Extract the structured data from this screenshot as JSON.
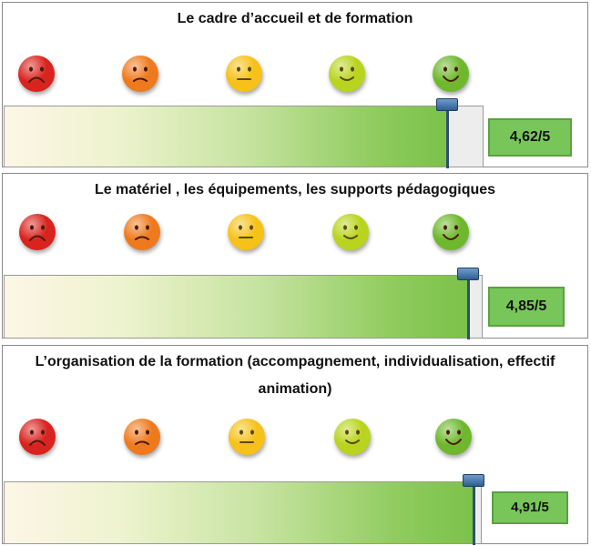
{
  "colors": {
    "very_bad": "#d9231e",
    "bad": "#ef7a1e",
    "neutral": "#f6c21a",
    "good": "#b9d41e",
    "very_good": "#6fb82e",
    "score_bg": "#78c65a"
  },
  "smiley_icons": [
    "very-sad-face-icon",
    "sad-face-icon",
    "neutral-face-icon",
    "smiling-face-icon",
    "happy-face-icon"
  ],
  "sections": [
    {
      "title": "Le cadre d’accueil et de formation",
      "score_label": "4,62/5",
      "score": 4.62,
      "max": 5
    },
    {
      "title": "Le matériel , les équipements, les supports pédagogiques",
      "score_label": "4,85/5",
      "score": 4.85,
      "max": 5
    },
    {
      "title_line1": "L’organisation de la formation (accompagnement, individualisation, effectif",
      "title_line2": "animation)",
      "score_label": "4,91/5",
      "score": 4.91,
      "max": 5
    }
  ]
}
